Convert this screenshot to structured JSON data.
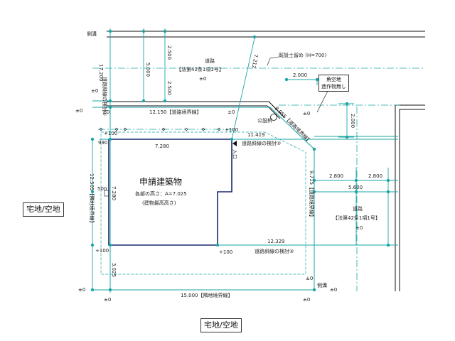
{
  "labels": {
    "side_ditch_top": "側溝",
    "side_ditch_bottom": "側溝",
    "road_top": "道路",
    "road_top_law": "【法第42条1項1号】",
    "road_top_level": "±0",
    "road_right": "道路",
    "road_right_law": "【法第42条1項1号】",
    "road_right_level": "±0",
    "retaining": "既設土留め (H=700)",
    "no_structure_1": "角空地",
    "no_structure_2": "造作物無し",
    "building_title": "申請建築物",
    "building_height": "各部の高さ：A=7.025",
    "building_height_note": "(建物最高高さ)",
    "public_manhole": "公設桝",
    "entrance": "入口",
    "left_vacant": "宅地/空地",
    "bottom_vacant": "宅地/空地",
    "slope_check_1": "道路斜線の検討①",
    "slope_check_2": "道路斜線の検討②",
    "slope_check_3": "道路斜線の検討③",
    "road_boundary_top": "12.150【道路境界線】",
    "road_boundary_right": "8.955【道路境界線】",
    "road_boundary_slope": "9.715【道路境界線】",
    "site_boundary_left": "12.505【隣地境界線】",
    "site_boundary_bottom": "15.000【隣地境界線】"
  },
  "dimensions": {
    "d_17200": "17.200",
    "d_5000_v": "5.000",
    "d_2500_a": "2.500",
    "d_2500_b": "2.500",
    "d_7212": "7.212",
    "d_2000_h": "2.000",
    "d_2000_v": "2.000",
    "d_11419": "11.419",
    "d_7280_h": "7.280",
    "d_7280_v": "7.280",
    "d_990": "990",
    "d_500": "500",
    "d_2800_a": "2.800",
    "d_2800_b": "2.800",
    "d_5600": "5.600",
    "d_12329": "12.329",
    "d_3025": "3.025"
  },
  "levels": {
    "lv_zero": "±0",
    "lv_plus100": "+100"
  },
  "colors": {
    "teal": "#1aa6a6",
    "black": "#111111",
    "gray": "#555555",
    "building": "#1a2a6e"
  }
}
